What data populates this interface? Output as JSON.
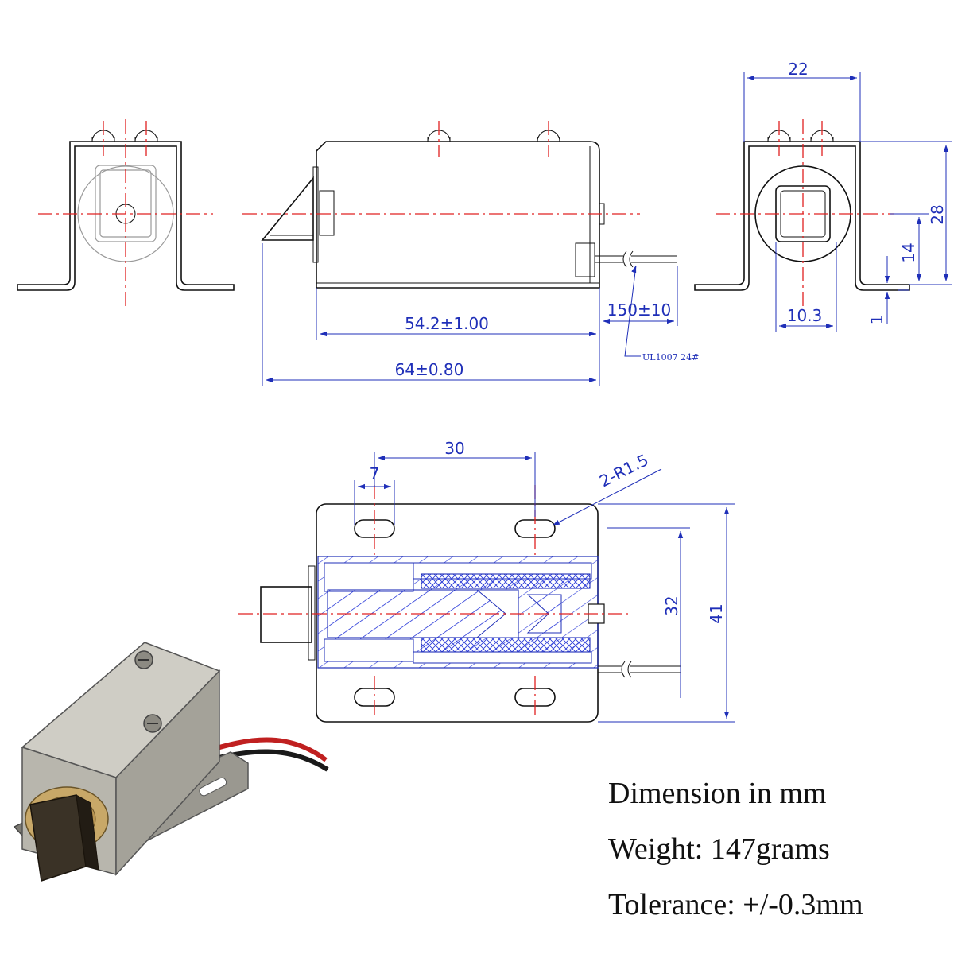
{
  "dimensions": {
    "width_22": "22",
    "height_28": "28",
    "height_14": "14",
    "base_1": "1",
    "square_10_3": "10.3",
    "body_length": "54.2±1.00",
    "total_length": "64±0.80",
    "lead_length": "150±10",
    "wire_spec": "UL1007 24#",
    "hole_spacing": "30",
    "slot_width": "7",
    "slot_radius": "2-R1.5",
    "inner_height": "32",
    "outer_height": "41"
  },
  "notes": {
    "units": "Dimension in mm",
    "weight": "Weight: 147grams",
    "tolerance": "Tolerance: +/-0.3mm"
  },
  "colors": {
    "dimension": "#1f2fb8",
    "centerline": "#e02020",
    "outline": "#111111"
  }
}
